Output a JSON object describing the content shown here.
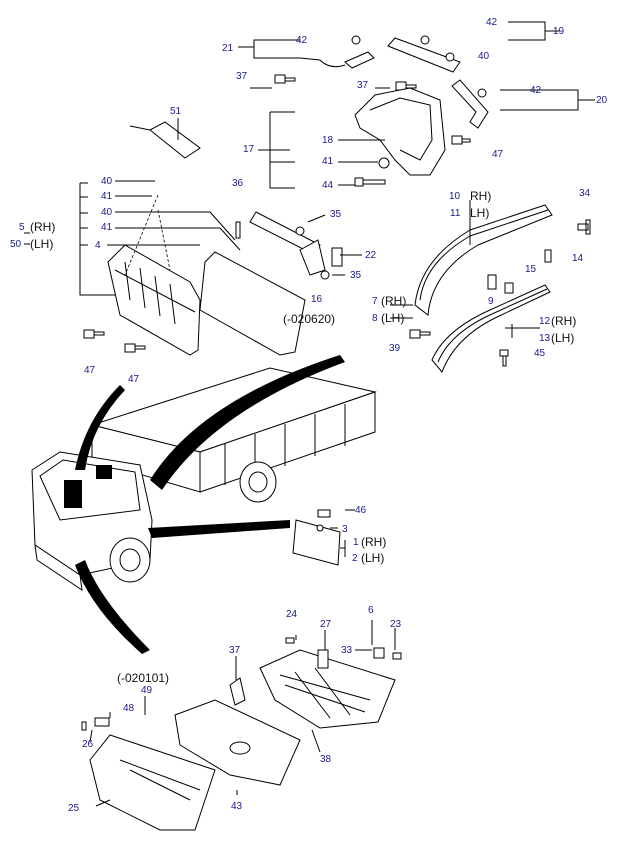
{
  "callouts": [
    {
      "id": "c42a",
      "text": "42"
    },
    {
      "id": "c19",
      "text": "19"
    },
    {
      "id": "c21",
      "text": "21"
    },
    {
      "id": "c40a",
      "text": "40"
    },
    {
      "id": "c37a",
      "text": "37"
    },
    {
      "id": "c37b",
      "text": "37"
    },
    {
      "id": "c42b",
      "text": "42"
    },
    {
      "id": "c20",
      "text": "20"
    },
    {
      "id": "c51",
      "text": "51"
    },
    {
      "id": "c17",
      "text": "17"
    },
    {
      "id": "c18",
      "text": "18"
    },
    {
      "id": "c41a",
      "text": "41"
    },
    {
      "id": "c44",
      "text": "44"
    },
    {
      "id": "c47a",
      "text": "47"
    },
    {
      "id": "c36",
      "text": "36"
    },
    {
      "id": "c40b",
      "text": "40"
    },
    {
      "id": "c41b",
      "text": "41"
    },
    {
      "id": "c5",
      "text": "5"
    },
    {
      "id": "c50",
      "text": "50"
    },
    {
      "id": "c40c",
      "text": "40"
    },
    {
      "id": "c41c",
      "text": "41"
    },
    {
      "id": "c4",
      "text": "4"
    },
    {
      "id": "c35a",
      "text": "35"
    },
    {
      "id": "c22",
      "text": "22"
    },
    {
      "id": "c35b",
      "text": "35"
    },
    {
      "id": "c16",
      "text": "16"
    },
    {
      "id": "c47b",
      "text": "47"
    },
    {
      "id": "c47c",
      "text": "47"
    },
    {
      "id": "c10",
      "text": "10"
    },
    {
      "id": "c11",
      "text": "11"
    },
    {
      "id": "c34",
      "text": "34"
    },
    {
      "id": "c15",
      "text": "15"
    },
    {
      "id": "c14",
      "text": "14"
    },
    {
      "id": "c9",
      "text": "9"
    },
    {
      "id": "c7",
      "text": "7"
    },
    {
      "id": "c8",
      "text": "8"
    },
    {
      "id": "c12",
      "text": "12"
    },
    {
      "id": "c13",
      "text": "13"
    },
    {
      "id": "c39",
      "text": "39"
    },
    {
      "id": "c45",
      "text": "45"
    },
    {
      "id": "c46",
      "text": "46"
    },
    {
      "id": "c3",
      "text": "3"
    },
    {
      "id": "c1",
      "text": "1"
    },
    {
      "id": "c2",
      "text": "2"
    },
    {
      "id": "c24",
      "text": "24"
    },
    {
      "id": "c6",
      "text": "6"
    },
    {
      "id": "c27",
      "text": "27"
    },
    {
      "id": "c23",
      "text": "23"
    },
    {
      "id": "c33",
      "text": "33"
    },
    {
      "id": "c37c",
      "text": "37"
    },
    {
      "id": "c49",
      "text": "49"
    },
    {
      "id": "c48",
      "text": "48"
    },
    {
      "id": "c26",
      "text": "26"
    },
    {
      "id": "c38",
      "text": "38"
    },
    {
      "id": "c25",
      "text": "25"
    },
    {
      "id": "c43",
      "text": "43"
    }
  ],
  "labels": [
    {
      "id": "rh1",
      "text": "RH)"
    },
    {
      "id": "lh1",
      "text": "LH)"
    },
    {
      "id": "rh5",
      "text": "(RH)"
    },
    {
      "id": "lh50",
      "text": "(LH)"
    },
    {
      "id": "date1",
      "text": "(-020620)"
    },
    {
      "id": "rh7",
      "text": "(RH)"
    },
    {
      "id": "lh8",
      "text": "(LH)"
    },
    {
      "id": "rh12",
      "text": "(RH)"
    },
    {
      "id": "lh13",
      "text": "(LH)"
    },
    {
      "id": "rh1b",
      "text": "(RH)"
    },
    {
      "id": "lh2b",
      "text": "(LH)"
    },
    {
      "id": "date2",
      "text": "(-020101)"
    }
  ]
}
